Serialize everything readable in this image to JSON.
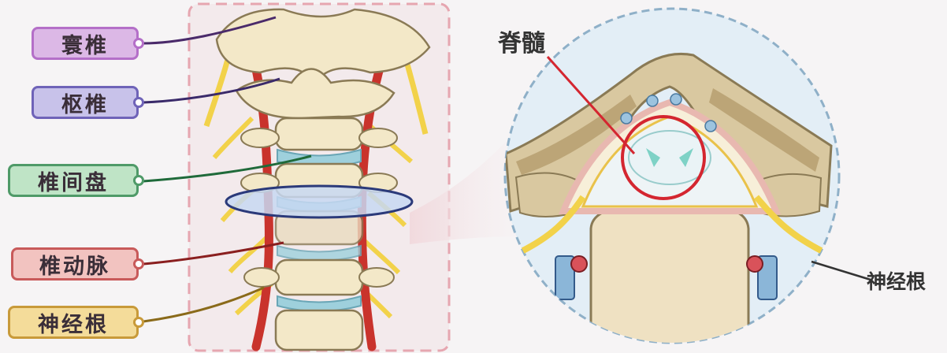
{
  "labels": {
    "atlas": {
      "text": "寰椎",
      "color": "#b46fc8",
      "fill": "#dcb8e6"
    },
    "axis": {
      "text": "枢椎",
      "color": "#6f63b8",
      "fill": "#c8c2ea"
    },
    "disc": {
      "text": "椎间盘",
      "color": "#4f9a68",
      "fill": "#bfe4c6"
    },
    "artery": {
      "text": "椎动脉",
      "color": "#c85a5a",
      "fill": "#f2c3c0"
    },
    "nerve_root": {
      "text": "神经根",
      "color": "#c89a3a",
      "fill": "#f4dc9a"
    }
  },
  "cross_section": {
    "spinal_cord": "脊髓",
    "nerve_root": "神经根"
  },
  "colors": {
    "bone": "#f3e8c8",
    "bone_edge": "#8a7a55",
    "nerve": "#f2d24a",
    "artery": "#c9332c",
    "disc": "#9ed0dc",
    "highlight_ring": "#d42630",
    "plane": "#c7d8f2"
  }
}
